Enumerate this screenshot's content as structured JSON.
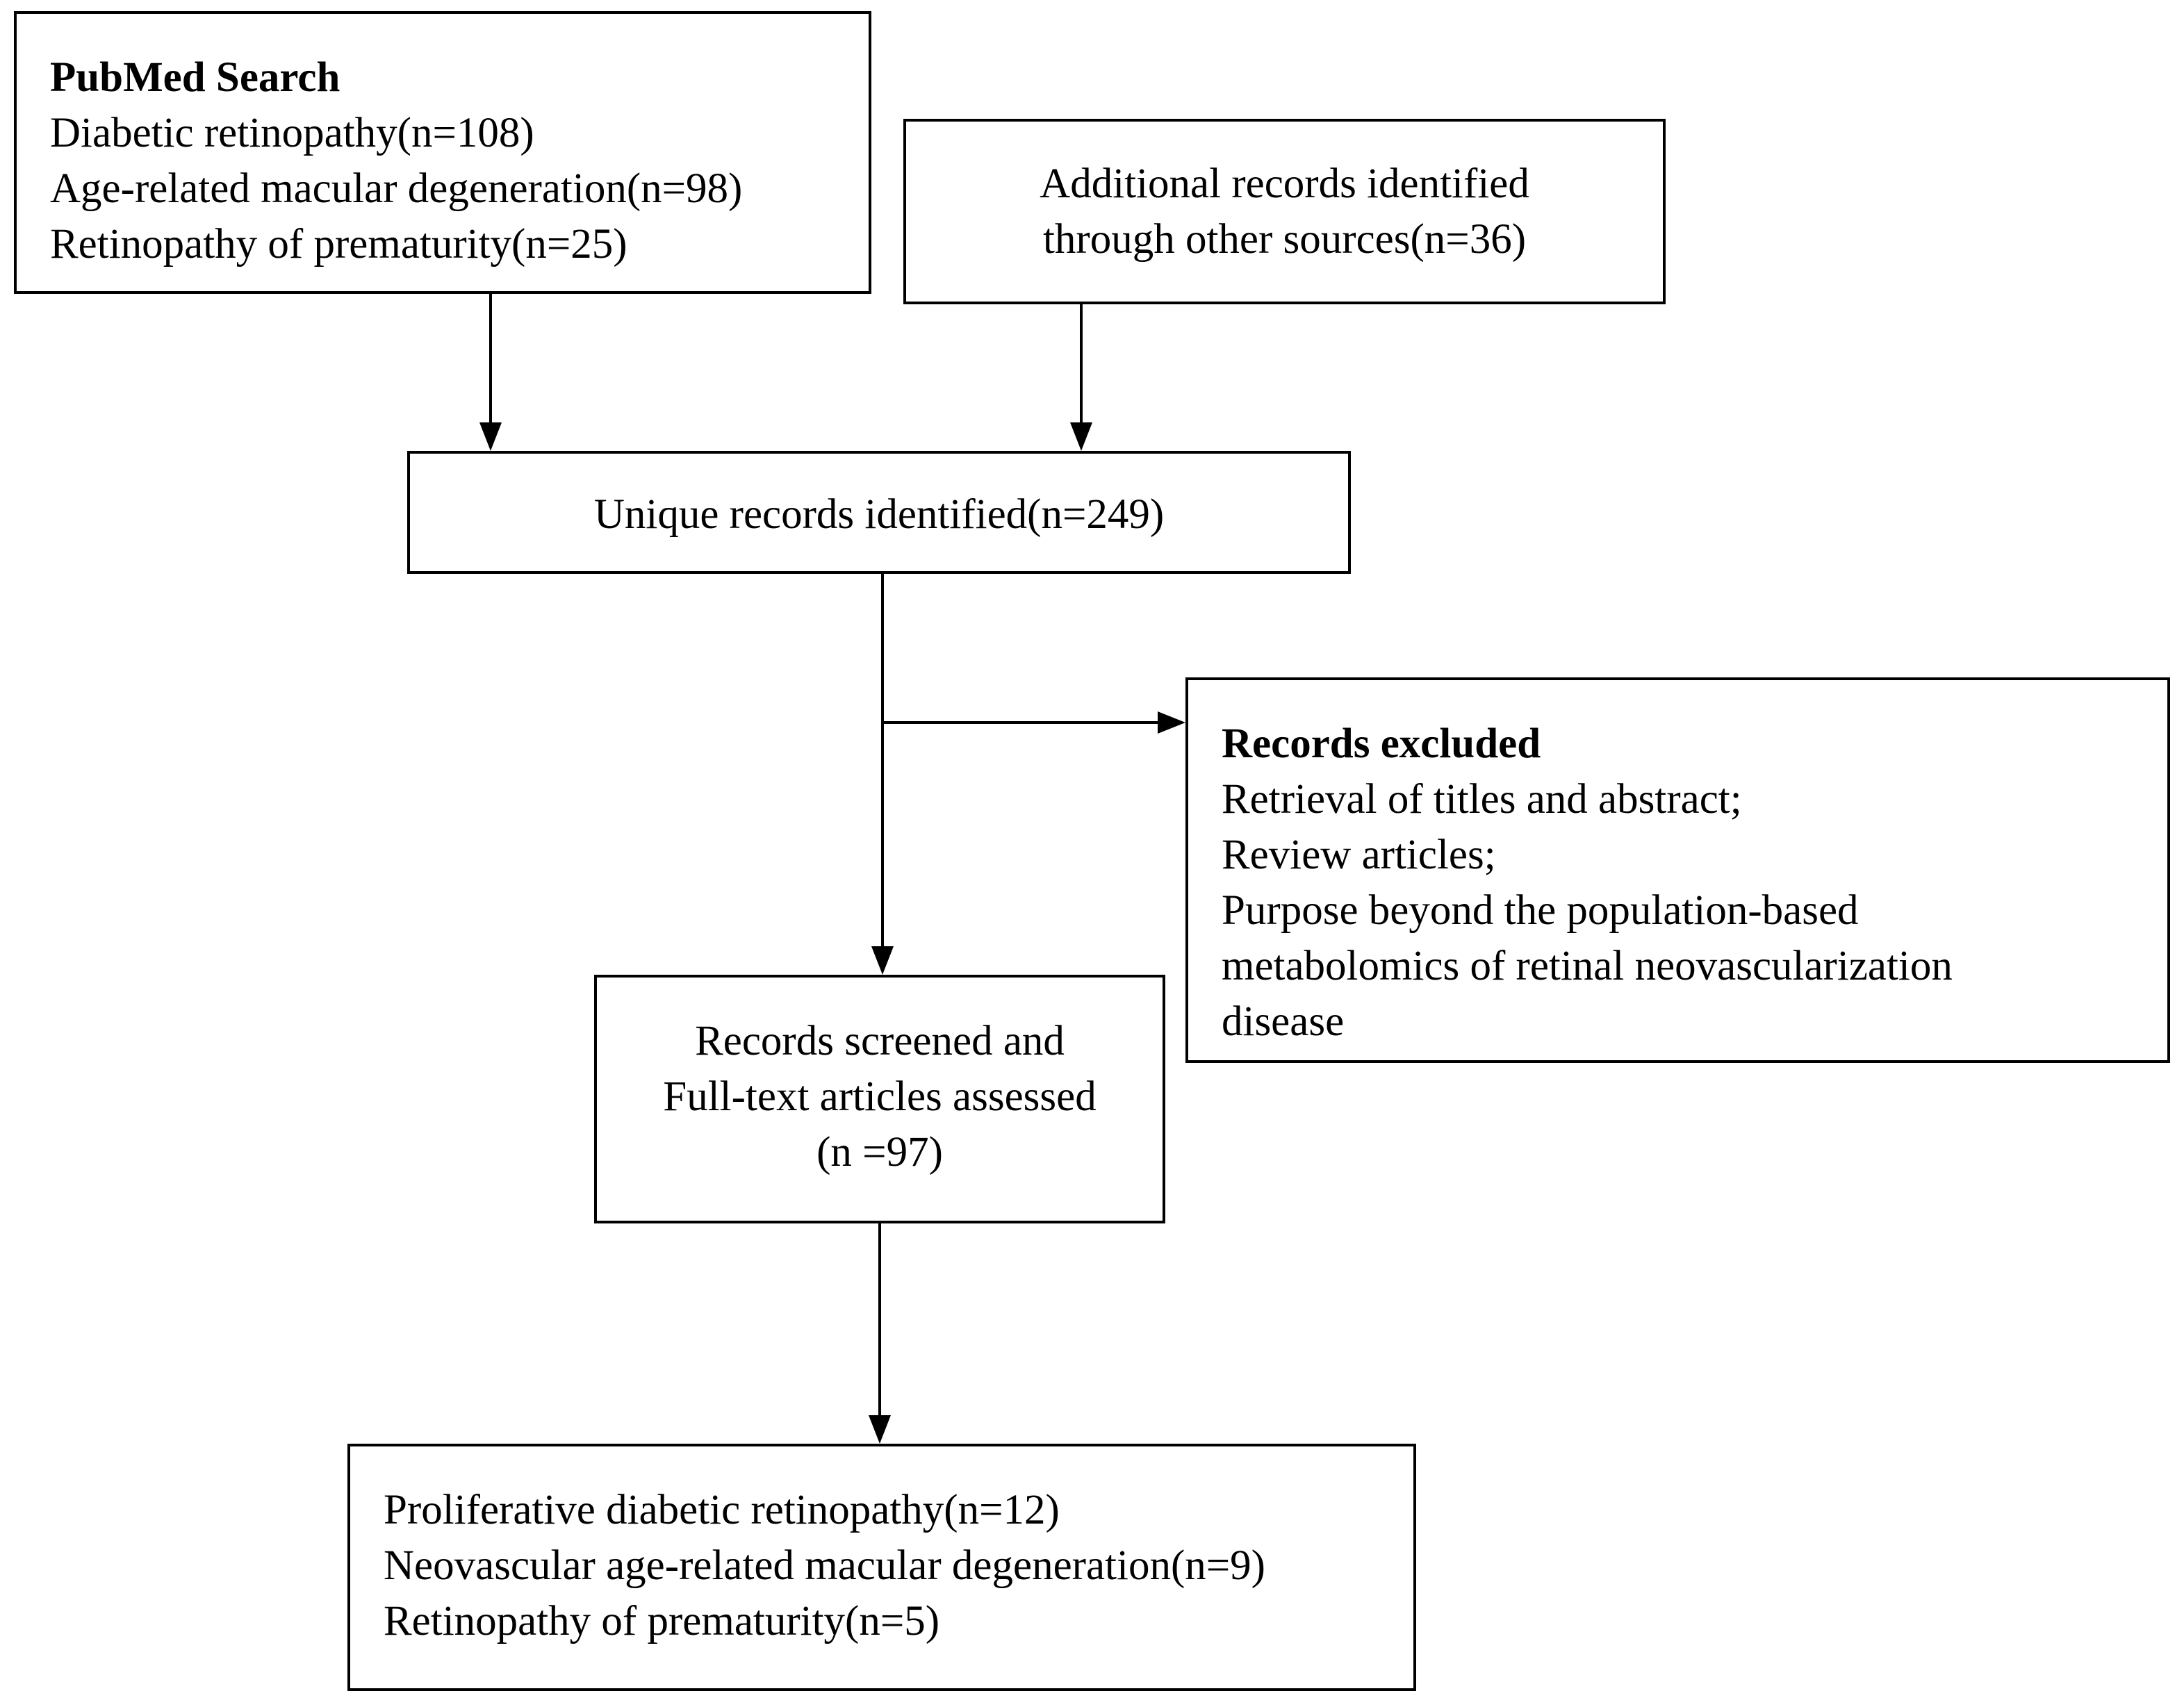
{
  "pubmed": {
    "title": "PubMed Search",
    "lines": [
      "Diabetic retinopathy(n=108)",
      "Age-related macular degeneration(n=98)",
      "Retinopathy of prematurity(n=25)"
    ]
  },
  "additional": {
    "lines": [
      "Additional records identified",
      "through other sources(n=36)"
    ]
  },
  "unique": {
    "text": "Unique records identified(n=249)"
  },
  "excluded": {
    "title": "Records excluded",
    "lines": [
      "Retrieval of titles and abstract;",
      "Review articles;",
      "Purpose beyond the population-based",
      "metabolomics of retinal neovascularization",
      "disease"
    ]
  },
  "screened": {
    "lines": [
      "Records screened and",
      "Full-text articles assessed",
      "(n =97)"
    ]
  },
  "final": {
    "lines": [
      "Proliferative diabetic retinopathy(n=12)",
      "Neovascular age-related macular degeneration(n=9)",
      "Retinopathy of prematurity(n=5)"
    ]
  }
}
